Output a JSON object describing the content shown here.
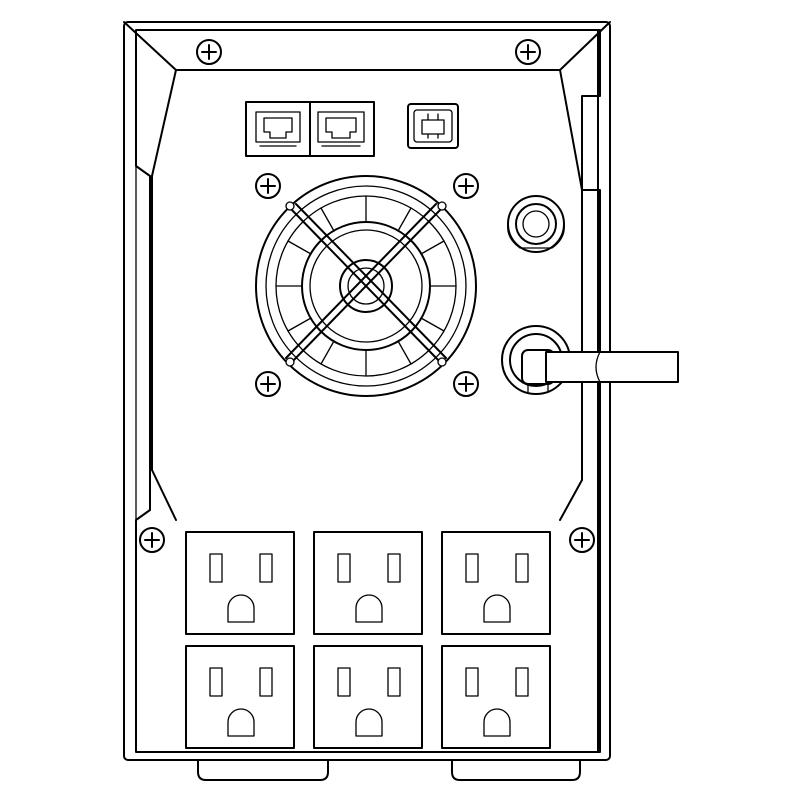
{
  "device": {
    "view": "ups-rear-panel",
    "line_color": "#000000",
    "background_color": "#ffffff"
  },
  "top_ports": {
    "rj_ports": [
      {
        "icon": "rj45-port-icon"
      },
      {
        "icon": "rj45-port-icon"
      }
    ],
    "usb": {
      "icon": "usb-b-port-icon"
    }
  },
  "fan": {
    "icon": "cooling-fan-icon"
  },
  "breaker": {
    "icon": "circuit-breaker-icon"
  },
  "power_cord": {
    "icon": "power-cord-icon"
  },
  "outlets": {
    "rows": 2,
    "columns": 3,
    "icon": "nema-5-15-outlet-icon"
  }
}
